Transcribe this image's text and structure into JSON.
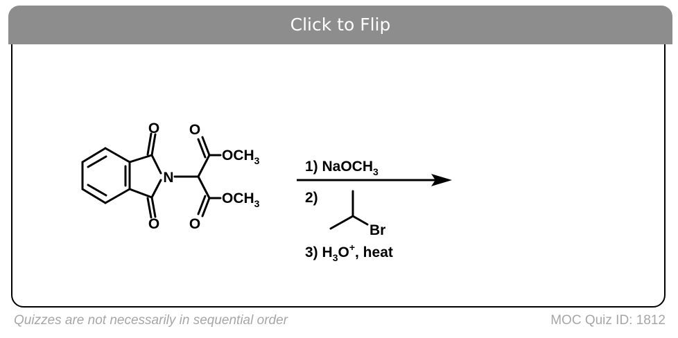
{
  "flip_button": {
    "label": "Click to Flip"
  },
  "reactant": {
    "ring_carbonyl_top": "O",
    "ring_carbonyl_bottom": "O",
    "nitrogen": "N",
    "ester_carbonyl_top": "O",
    "ester_carbonyl_bottom": "O",
    "ester_group_top": "OCH",
    "ester_group_bottom": "OCH",
    "subscript": "3"
  },
  "conditions": {
    "step1_prefix": "1)  NaOCH",
    "step1_subscript": "3",
    "step2_prefix": "2)",
    "step2_halide": "Br",
    "step3_prefix": "3)  H",
    "step3_subscript": "3",
    "step3_mid": "O",
    "step3_superscript": "+",
    "step3_suffix": ", heat"
  },
  "footer": {
    "note": "Quizzes are not necessarily in sequential order",
    "quiz_id": "MOC Quiz ID: 1812"
  }
}
